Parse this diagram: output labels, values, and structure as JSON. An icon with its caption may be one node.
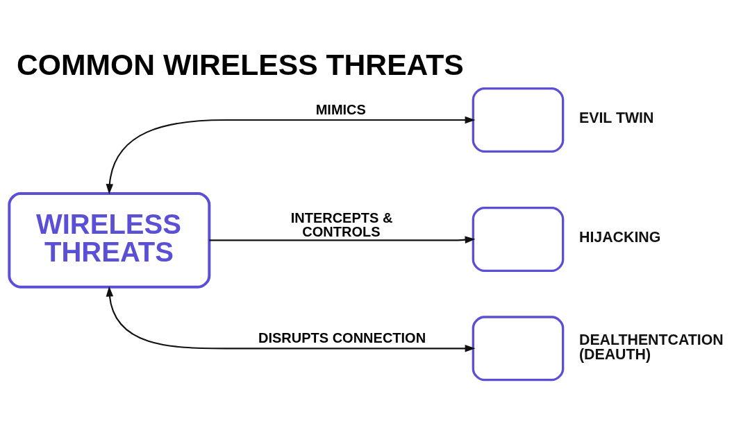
{
  "diagram": {
    "title": "COMMON WIRELESS THREATS",
    "nodes": [
      {
        "text": [
          "WIRELESS THREATS"
        ]
      },
      {
        "text": [],
        "shape": "box",
        "beside": [
          "EVIL TWIN"
        ]
      },
      {
        "text": [],
        "shape": "box",
        "beside": [
          "HIJACKING"
        ]
      },
      {
        "text": [],
        "shape": "box",
        "beside": [
          "DEALTHENTCATION (DEAUTH)"
        ]
      }
    ],
    "edges": [
      {
        "from": 0,
        "to": 1,
        "arrow": "both",
        "label": "MIMICS"
      },
      {
        "from": 0,
        "to": 2,
        "arrow": "to",
        "label": "INTERCEPTS & CONTROLS"
      },
      {
        "from": 0,
        "to": 3,
        "arrow": "both",
        "label": "DISRUPTS CONNECTION"
      }
    ]
  }
}
